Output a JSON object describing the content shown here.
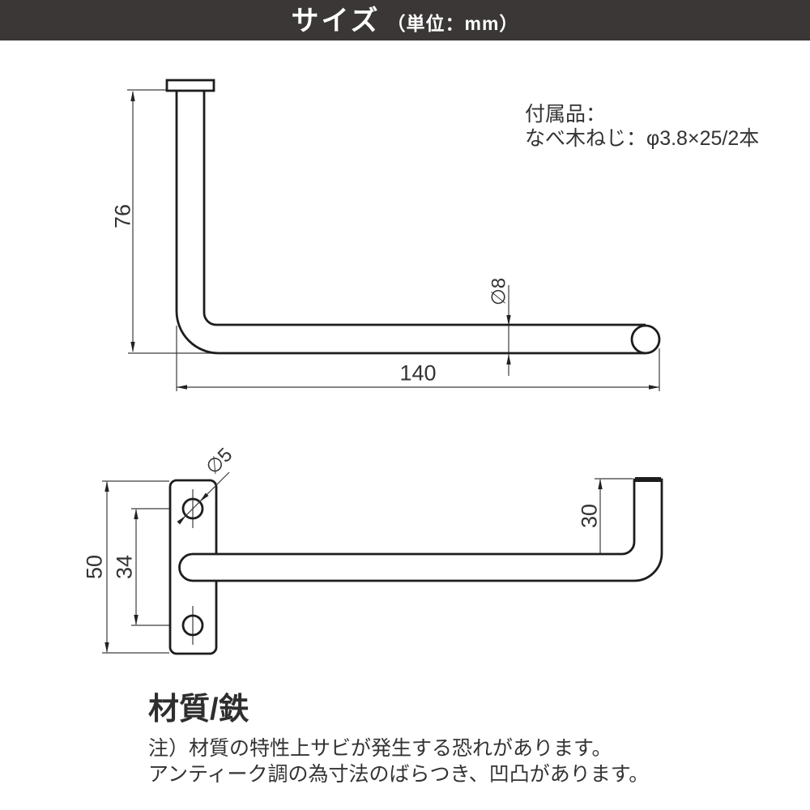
{
  "header": {
    "title": "サイズ",
    "unit": "（単位：mm）"
  },
  "accessories": {
    "line1": "付属品：",
    "line2": "なべ木ねじ：φ3.8×25/2本"
  },
  "side_view": {
    "dim_height": "76",
    "dim_length": "140",
    "dim_rod_diameter": "∅8"
  },
  "front_view": {
    "dim_plate_height": "50",
    "dim_hole_pitch": "34",
    "dim_hook_height": "30",
    "dim_hole_diameter": "∅5"
  },
  "material": {
    "heading": "材質/鉄",
    "note1": "注）材質の特性上サビが発生する恐れがあります。",
    "note2": "アンティーク調の為寸法のばらつき、凹凸があります。"
  },
  "colors": {
    "header_bg": "#3a3736",
    "header_text": "#ffffff",
    "outline": "#1d1d1d",
    "dimension_line": "#3d3d3d",
    "text": "#333333"
  }
}
